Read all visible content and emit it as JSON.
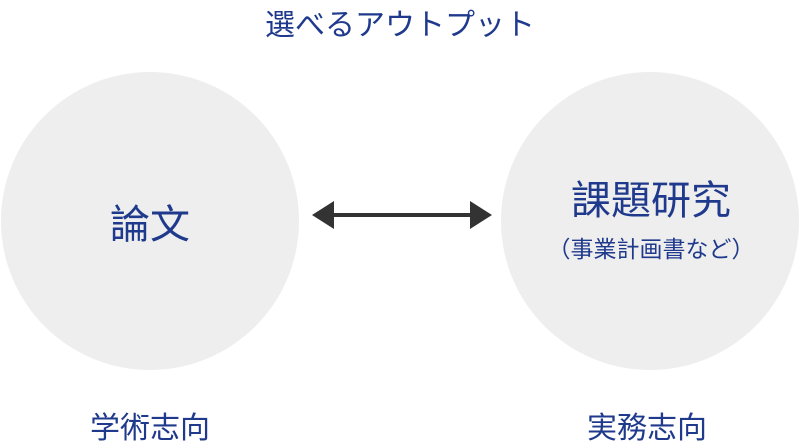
{
  "title": "選べるアウトプット",
  "left": {
    "label": "論文",
    "caption": "学術志向"
  },
  "right": {
    "label": "課題研究",
    "sublabel": "（事業計画書など）",
    "caption": "実務志向"
  },
  "colors": {
    "text": "#1f3a8c",
    "circle": "#eeeeee",
    "arrow": "#333333"
  }
}
